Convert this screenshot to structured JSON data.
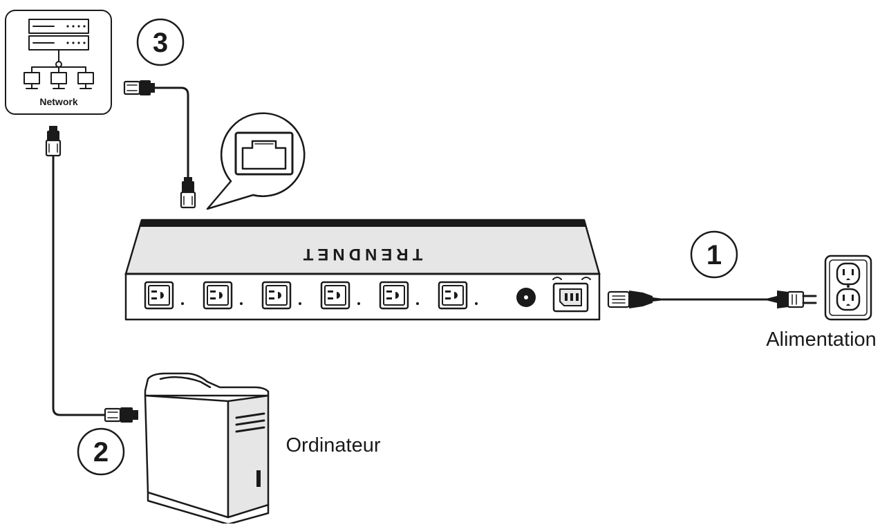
{
  "labels": {
    "network": "Network",
    "power": "Alimentation",
    "computer": "Ordinateur"
  },
  "steps": [
    {
      "number": "1",
      "target": "power-outlet"
    },
    {
      "number": "2",
      "target": "computer"
    },
    {
      "number": "3",
      "target": "network"
    }
  ],
  "device": {
    "brand": "TRENDNET",
    "outlet_count": 6
  },
  "colors": {
    "ink": "#1a1a1a",
    "panel": "#e6e6e6",
    "background": "#ffffff"
  }
}
